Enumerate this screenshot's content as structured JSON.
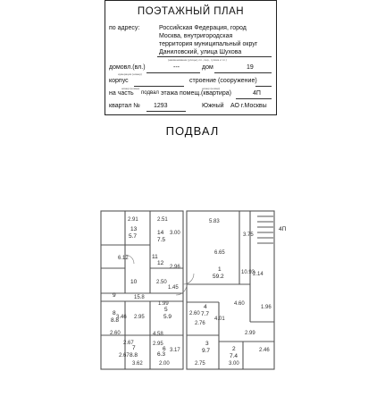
{
  "stamp": {
    "title": "ПОЭТАЖНЫЙ ПЛАН",
    "address_label": "по адресу:",
    "address_lines": [
      "Российская Федерация, город",
      "Москва, внутригородская",
      "территория муниципальный округ",
      "Даниловский, улица Шухова"
    ],
    "address_hint": "(наименование (улицы), пл., пер., тупика и т.п.)",
    "house_label": "домовл.(вл.)",
    "house_value": "---",
    "house_hint": "нумерация (номер)",
    "dom_label": "дом",
    "dom_value": "19",
    "korpus_label": "корпус",
    "korpus_hint": "номер (номер)",
    "stroenie_label": "строение (сооружение)",
    "stroenie_hint": "номер (номер)",
    "part_label": "на часть",
    "part_value": "подвал",
    "part_text": "этажа помещ.(квартира)",
    "part_number": "4П",
    "kvartal_label": "квартал №",
    "kvartal_value": "1293",
    "district_value": "Южный",
    "district_suffix": "АО г.Москвы"
  },
  "plan": {
    "heading": "ПОДВАЛ",
    "entrance": "4П",
    "dimensions": [
      "2.91",
      "2.51",
      "5.83",
      "3.75",
      "6.65",
      "3.00",
      "6.12",
      "2.96",
      "10.93",
      "2.14",
      "2.50",
      "15.8",
      "1.99",
      "2.60",
      "4.60",
      "1.96",
      "3.46",
      "2.95",
      "2.76",
      "4.01",
      "2.60",
      "2.99",
      "2.67",
      "4.58",
      "2.95",
      "3.17",
      "2.46",
      "2.67",
      "3.62",
      "2.00",
      "2.75",
      "3.00",
      "1.45"
    ],
    "rooms": [
      {
        "num": "13",
        "area": "5.7"
      },
      {
        "num": "14",
        "area": "7.5"
      },
      {
        "num": "1",
        "area": "59.2"
      },
      {
        "num": "12",
        "area": "2.96"
      },
      {
        "num": "10",
        "area": ""
      },
      {
        "num": "8",
        "area": "8.8"
      },
      {
        "num": "5",
        "area": "5.9"
      },
      {
        "num": "4",
        "area": "7.7"
      },
      {
        "num": "6",
        "area": "6.3"
      },
      {
        "num": "3",
        "area": "9.7"
      },
      {
        "num": "2",
        "area": "7.4"
      },
      {
        "num": "7",
        "area": "8.8"
      },
      {
        "num": "9",
        "area": ""
      },
      {
        "num": "11",
        "area": ""
      }
    ]
  }
}
